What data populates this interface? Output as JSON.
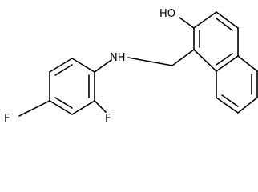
{
  "molecule": {
    "atom_labels": {
      "hydroxyl": "HO",
      "amine": "NH",
      "fluoro_para": "F",
      "fluoro_ortho": "F"
    }
  }
}
